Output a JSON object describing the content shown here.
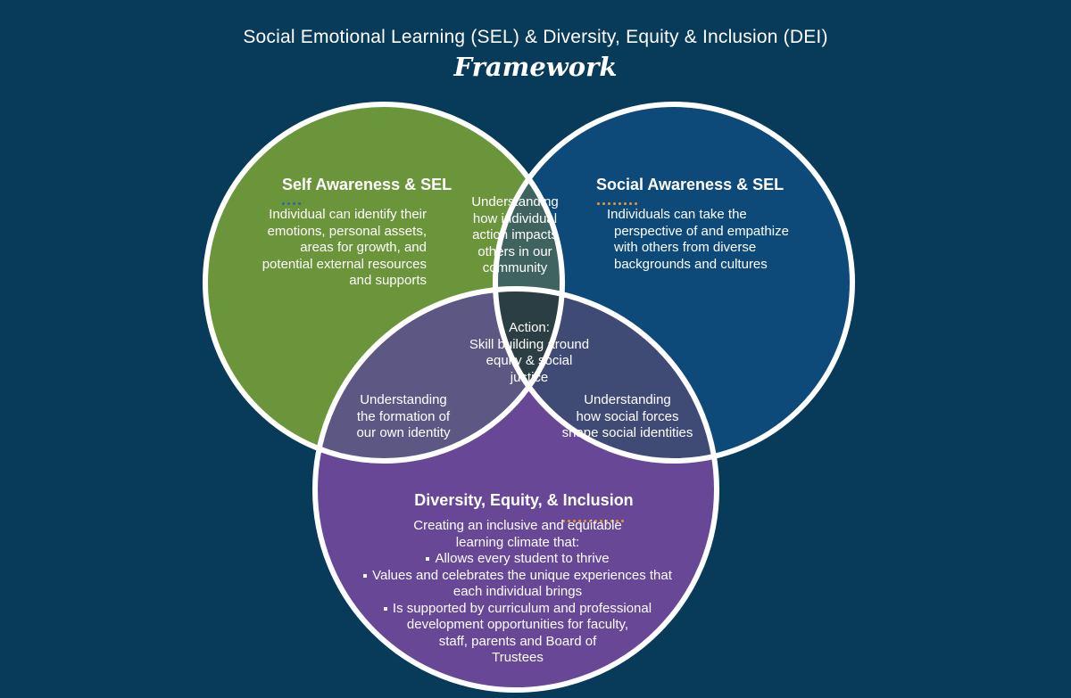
{
  "title": "Social Emotional Learning (SEL) & Diversity, Equity & Inclusion (DEI)",
  "subtitle": "Framework",
  "colors": {
    "background": "#083a59",
    "self_circle": "#6b953b",
    "social_circle": "#0d4a7a",
    "dei_circle": "#694797",
    "self_social_overlap": "#3f6460",
    "self_dei_overlap": "#5d5883",
    "social_dei_overlap": "#404b75",
    "center_overlap": "#2b3e44",
    "blue_dots": "#2d68a6",
    "orange_dots": "#e19a3e",
    "outline": "#ffffff"
  },
  "self_awareness": {
    "heading": "Self Awareness & SEL",
    "lines": [
      "Individual can identify their",
      "emotions, personal assets,",
      "areas for growth, and",
      "potential external resources",
      "and supports"
    ]
  },
  "social_awareness": {
    "heading": "Social Awareness & SEL",
    "lines": [
      "Individuals can take the",
      "perspective of and empathize",
      "with others from diverse",
      "backgrounds and cultures"
    ]
  },
  "dei": {
    "heading": "Diversity, Equity, & Inclusion",
    "intro_lines": [
      "Creating an inclusive and equitable",
      "learning climate that:"
    ],
    "bullet1": [
      "Allows every student to thrive"
    ],
    "bullet2": [
      "Values and celebrates the unique experiences that",
      "each individual brings"
    ],
    "bullet3": [
      "Is supported by curriculum and professional",
      "development opportunities for faculty,",
      "staff, parents and Board of",
      "Trustees"
    ]
  },
  "self_social_overlap": {
    "lines": [
      "Understanding",
      "how individual",
      "action impacts",
      "others in our",
      "community"
    ]
  },
  "self_dei_overlap": {
    "lines": [
      "Understanding",
      "the formation of",
      "our own identity"
    ]
  },
  "social_dei_overlap": {
    "lines": [
      "Understanding",
      "how social forces",
      "shape social identities"
    ]
  },
  "center": {
    "lines": [
      "Action:",
      "Skill building around",
      "equity & social",
      "justice"
    ]
  }
}
